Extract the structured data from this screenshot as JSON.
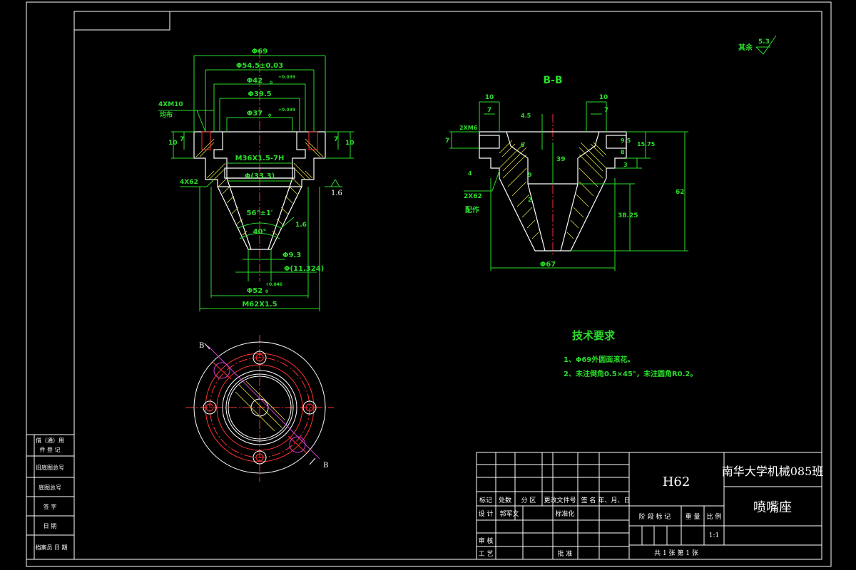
{
  "colors": {
    "background": "#000000",
    "border": "#ffffff",
    "dimension": "#2bdc2b",
    "centerline": "#ff3030",
    "hidden": "#d040d0",
    "hatch": "#e8e040"
  },
  "roughness": {
    "label": "其余",
    "value": "5.3"
  },
  "front_view": {
    "dims": {
      "d69": "Φ69",
      "d545": "Φ54.5±0.03",
      "d42": "Φ42",
      "d42_tol": "+0.039",
      "d42_tol0": "0",
      "d395": "Φ39.5",
      "d37": "Φ37",
      "d37_tol": "+0.039",
      "d37_tol0": "0",
      "hole": "4XM10",
      "hole_note": "均布",
      "m36": "M36X1.5-7H",
      "d333": "Φ(33.3)",
      "c2": "4X62",
      "angle56": "56°±1′",
      "angle40": "40°",
      "d93": "Φ9.3",
      "d11": "Φ(11.324)",
      "d52": "Φ52",
      "d52_tol": "+0.046",
      "d52_tol0": "0",
      "m62": "M62X1.5",
      "h10": "10",
      "h7": "7",
      "h7r": "7",
      "h10r": "10",
      "ra16": "1.6",
      "ra16b": "1.6"
    }
  },
  "section_view": {
    "title": "B-B",
    "dims": {
      "w10l": "10",
      "w7l": "7",
      "w10r": "10",
      "w7r": "7",
      "v7": "7",
      "v2": "2XM6",
      "v45": "4.5",
      "v6": "6",
      "v4": "4",
      "v9": "9",
      "v2b": "2",
      "v39": "39",
      "v95": "9.5",
      "v1575": "15.75",
      "v8": "8",
      "v3": "3",
      "v3825": "38.25",
      "v62": "62",
      "d67": "Φ67",
      "pin": "2X62",
      "pin_note": "配作"
    }
  },
  "bottom_view": {
    "mark_b1": "B",
    "mark_b2": "B"
  },
  "tech": {
    "title": "技术要求",
    "line1": "1、Φ69外圆面滚花。",
    "line2": "2、未注倒角0.5×45°，未注圆角R0.2。"
  },
  "left_strip": {
    "r1": "借（通）用",
    "r1b": "件 登 记",
    "r2": "旧底图总号",
    "r3": "底图总号",
    "r4": "签 字",
    "r5": "日 期",
    "r6": "档案员  日 期"
  },
  "title_block": {
    "material": "H62",
    "school": "南华大学机械085班",
    "part": "喷嘴座",
    "h_mark": "标记",
    "h_count": "处数",
    "h_zone": "分 区",
    "h_doc": "更改文件号",
    "h_sign": "签 名",
    "h_date": "年、月、日",
    "design": "设 计",
    "designer": "郭军文",
    "std": "标准化",
    "check": "审 核",
    "process": "工 艺",
    "approve": "批 准",
    "stage": "阶 段 标 记",
    "weight": "重 量",
    "scale_h": "比 例",
    "scale": "1:1",
    "sheets": "共 1  张   第  1 张"
  }
}
